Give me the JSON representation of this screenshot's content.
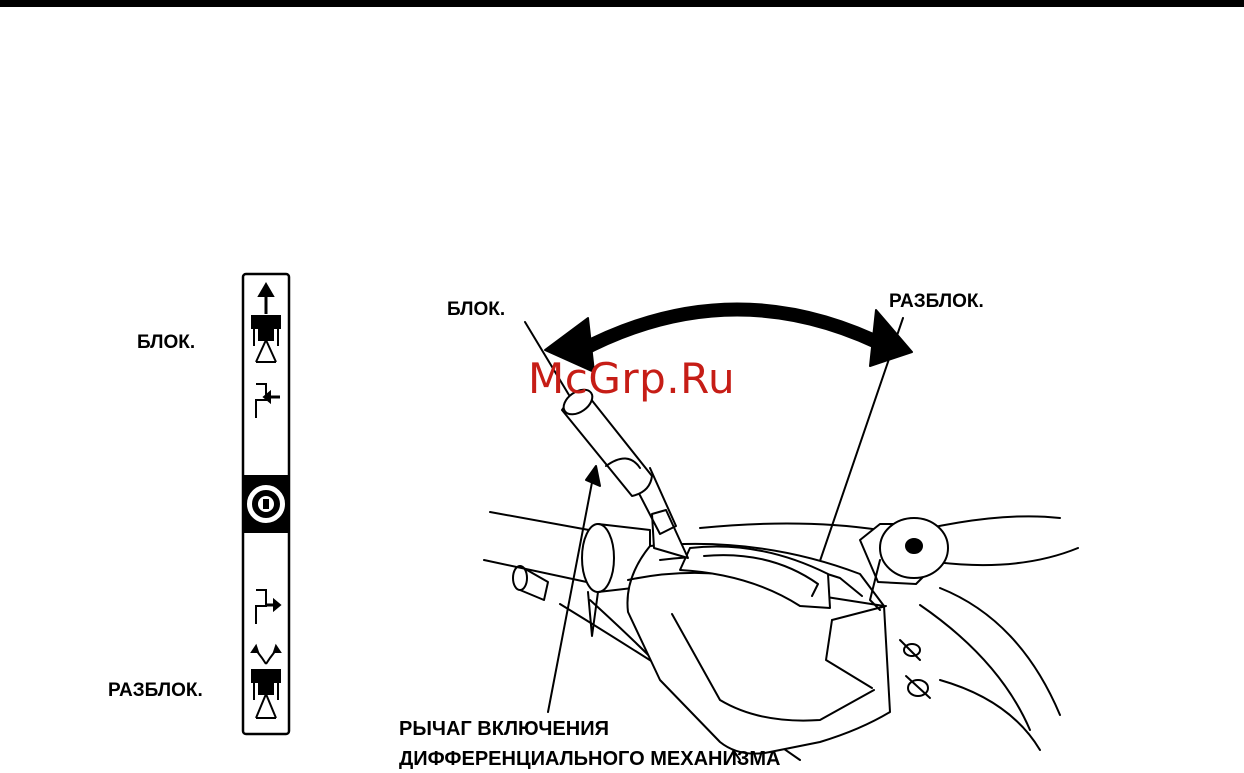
{
  "panel": {
    "lock_label": "БЛОК.",
    "unlock_label": "РАЗБЛОК."
  },
  "figure": {
    "lock_label": "БЛОК.",
    "unlock_label": "РАЗБЛОК.",
    "caption_line1": "РЫЧАГ ВКЛЮЧЕНИЯ",
    "caption_line2": "ДИФФЕРЕНЦИАЛЬНОГО МЕХАНИЗМА"
  },
  "watermark": "McGrp.Ru",
  "colors": {
    "ink": "#000000",
    "watermark": "#c61d16",
    "background": "#ffffff"
  }
}
